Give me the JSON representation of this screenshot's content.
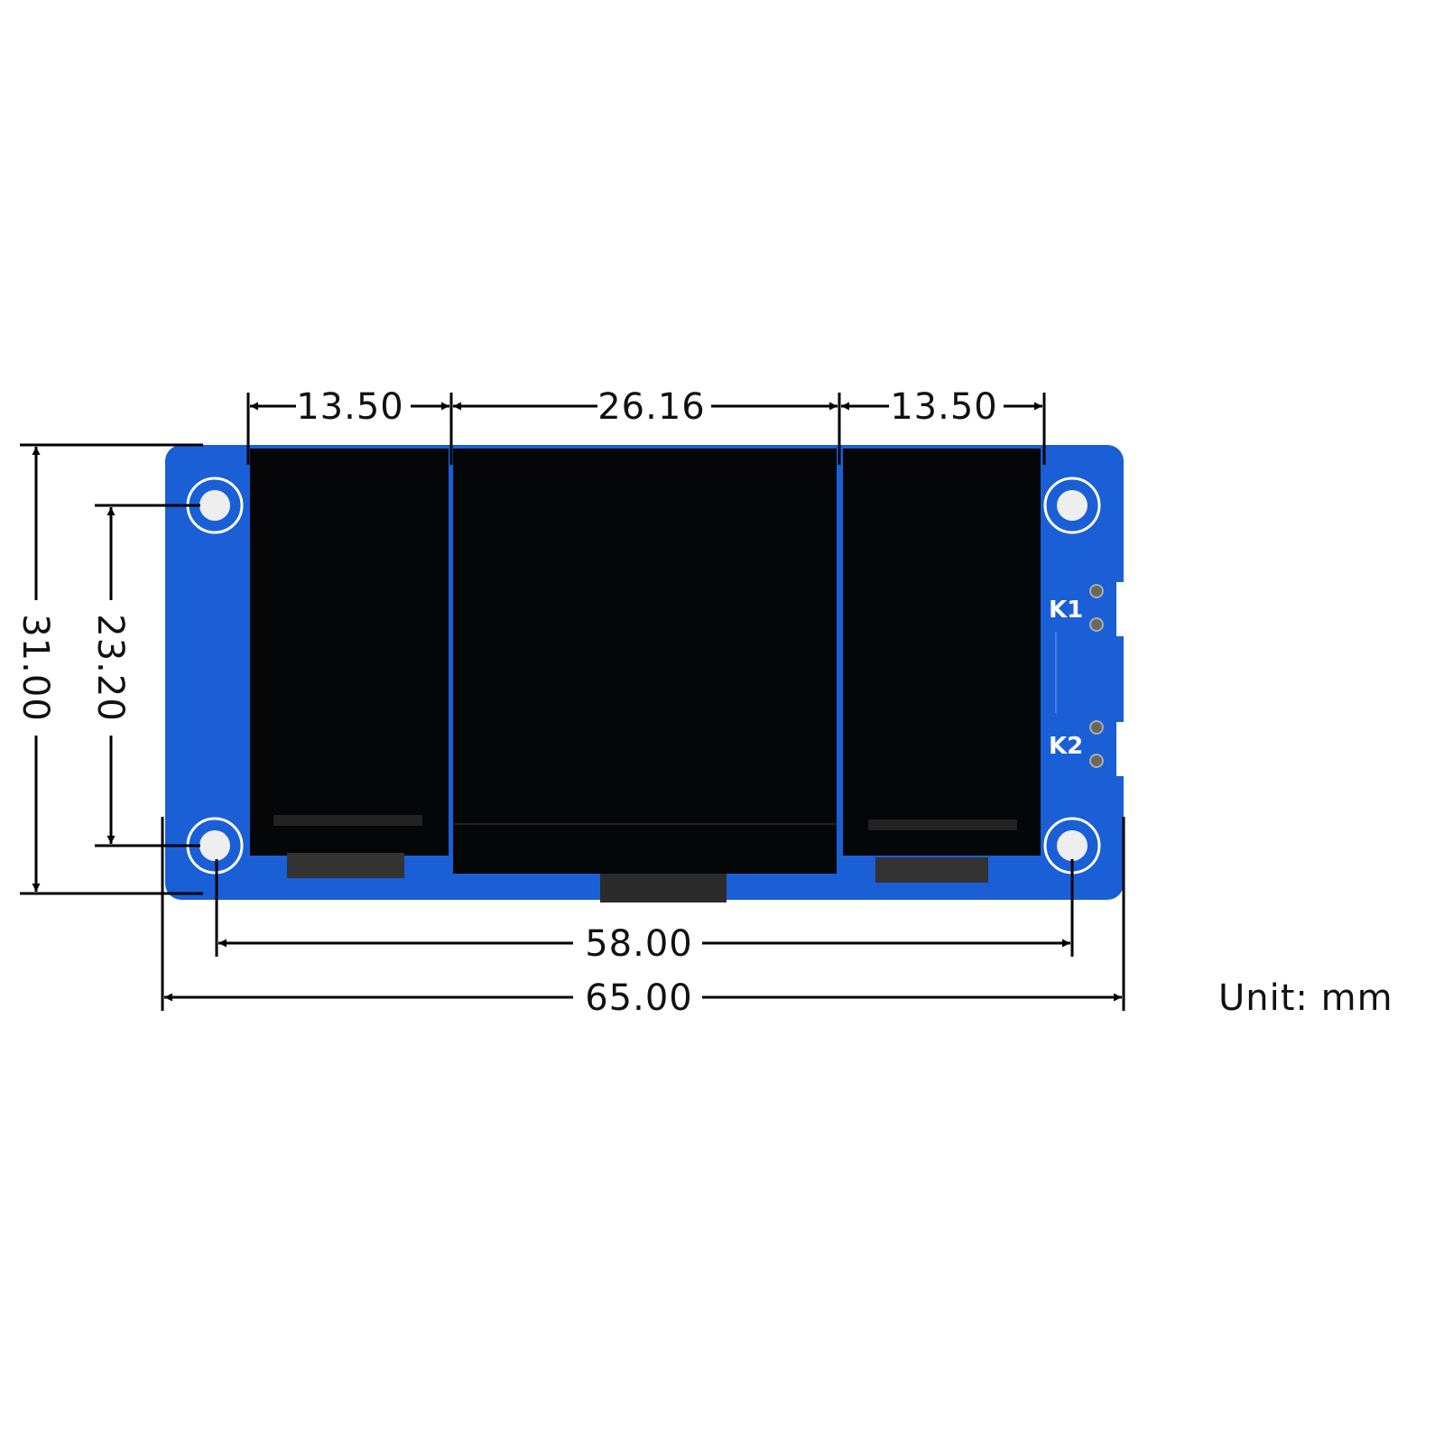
{
  "dimensions": {
    "left_screen_width": "13.50",
    "center_screen_width": "26.16",
    "right_screen_width": "13.50",
    "board_height": "31.00",
    "hole_vertical_spacing": "23.20",
    "hole_horizontal_spacing": "58.00",
    "board_width": "65.00"
  },
  "unit": "Unit: mm",
  "board": {
    "button_labels": [
      "K1",
      "K2"
    ],
    "pcb_color": "#1a5fd6",
    "screen_color": "#050608"
  }
}
